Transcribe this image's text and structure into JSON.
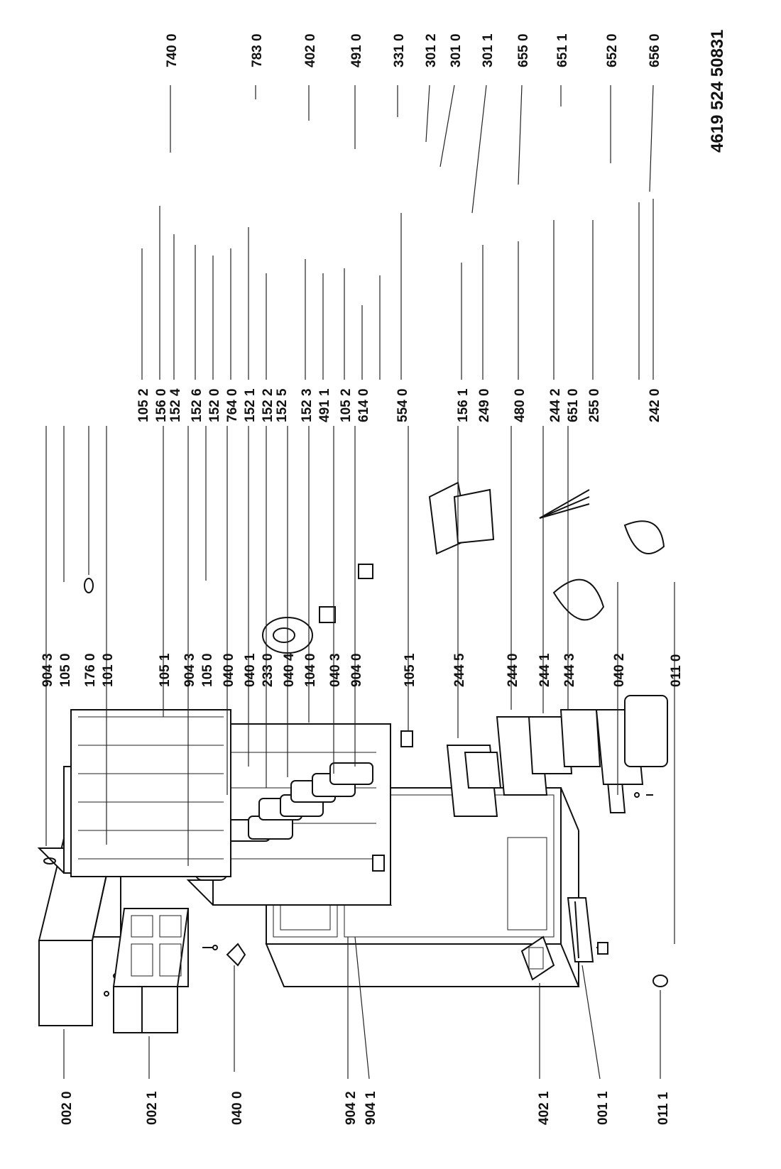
{
  "document_number": "4619 524 50831",
  "labels": {
    "l_0020": "002 0",
    "l_0021": "002 1",
    "l_0400a": "040 0",
    "l_9042": "904 2",
    "l_9041": "904 1",
    "l_4021": "402 1",
    "l_0011": "001 1",
    "l_0111": "011 1",
    "l_9043a": "904 3",
    "l_1050a": "105 0",
    "l_1760": "176 0",
    "l_1010": "101 0",
    "l_1051a": "105 1",
    "l_9043b": "904 3",
    "l_1050b": "105 0",
    "l_0400b": "040 0",
    "l_0401": "040 1",
    "l_2330": "233 0",
    "l_0404": "040 4",
    "l_1040": "104 0",
    "l_0403": "040 3",
    "l_9040": "904 0",
    "l_1051b": "105 1",
    "l_2445": "244 5",
    "l_2440": "244 0",
    "l_2441": "244 1",
    "l_2443": "244 3",
    "l_0402": "040 2",
    "l_0110": "011 0",
    "l_1052a": "105 2",
    "l_1560": "156 0",
    "l_1524": "152 4",
    "l_1526": "152 6",
    "l_1520": "152 0",
    "l_7640": "764 0",
    "l_1521": "152 1",
    "l_1522": "152 2",
    "l_1525": "152 5",
    "l_1523": "152 3",
    "l_4911": "491 1",
    "l_1052b": "105 2",
    "l_6140": "614 0",
    "l_5540": "554 0",
    "l_1561": "156 1",
    "l_2490": "249 0",
    "l_4800": "480 0",
    "l_2442": "244 2",
    "l_6510b": "651 0",
    "l_2550": "255 0",
    "l_2420": "242 0",
    "l_7400": "740 0",
    "l_7830": "783 0",
    "l_4020": "402 0",
    "l_4910": "491 0",
    "l_3310": "331 0",
    "l_3012": "301 2",
    "l_3010": "301 0",
    "l_3011": "301 1",
    "l_6550": "655 0",
    "l_6511": "651 1",
    "l_6520": "652 0",
    "l_6560": "656 0"
  }
}
